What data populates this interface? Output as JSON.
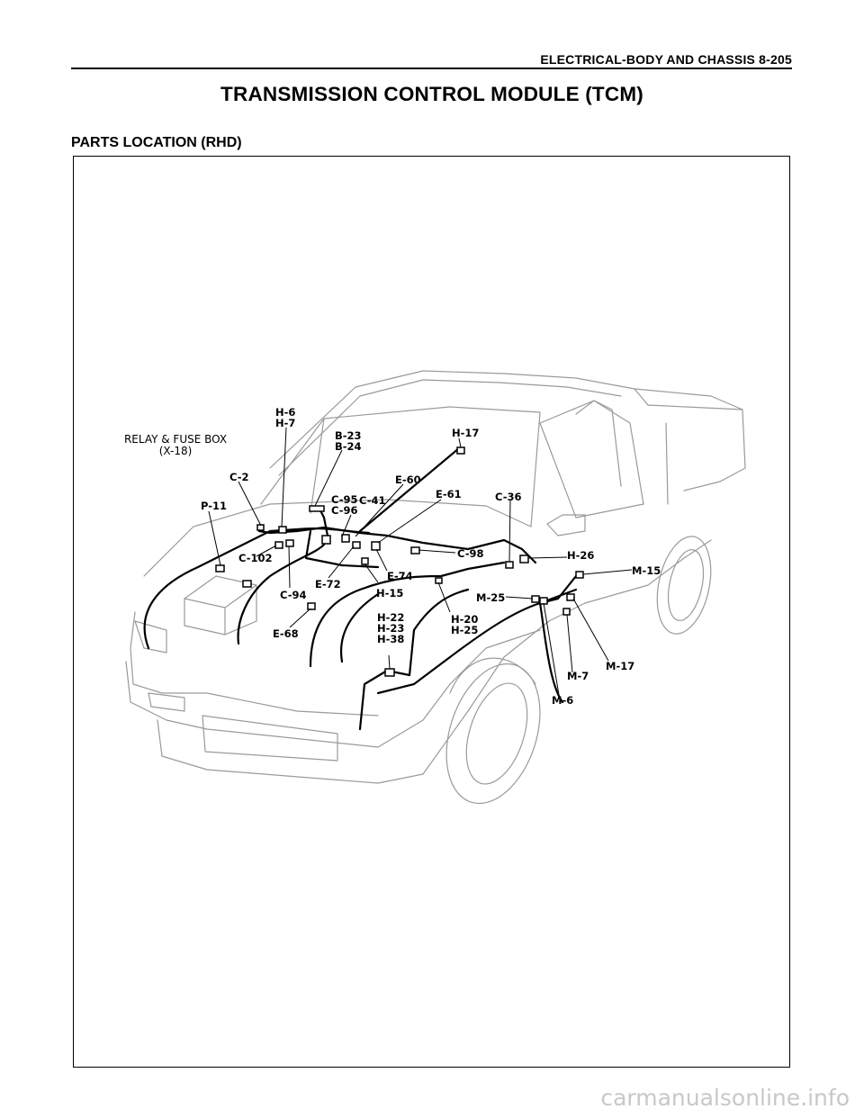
{
  "header": {
    "running_title": "ELECTRICAL-BODY AND CHASSIS  8-205"
  },
  "title": "TRANSMISSION CONTROL MODULE (TCM)",
  "section_heading": "PARTS LOCATION (RHD)",
  "figure": {
    "relay_box_label": "RELAY & FUSE BOX\n(X-18)",
    "connector_labels": {
      "h6_h7": "H-6\nH-7",
      "b23_b24": "B-23\nB-24",
      "h17": "H-17",
      "c2": "C-2",
      "e60": "E-60",
      "e61": "E-61",
      "c36": "C-36",
      "c95_c96": "C-95\nC-96",
      "c41": "C-41",
      "p11": "P-11",
      "c102": "C-102",
      "c98": "C-98",
      "h26": "H-26",
      "e74": "E-74",
      "m15": "M-15",
      "e72": "E-72",
      "h15": "H-15",
      "c94": "C-94",
      "m25": "M-25",
      "h22_h23_h38": "H-22\nH-23\nH-38",
      "h20_h25": "H-20\nH-25",
      "e68": "E-68",
      "m17": "M-17",
      "m7": "M-7",
      "m6": "M-6"
    }
  },
  "watermark": "carmanualsonline.info"
}
